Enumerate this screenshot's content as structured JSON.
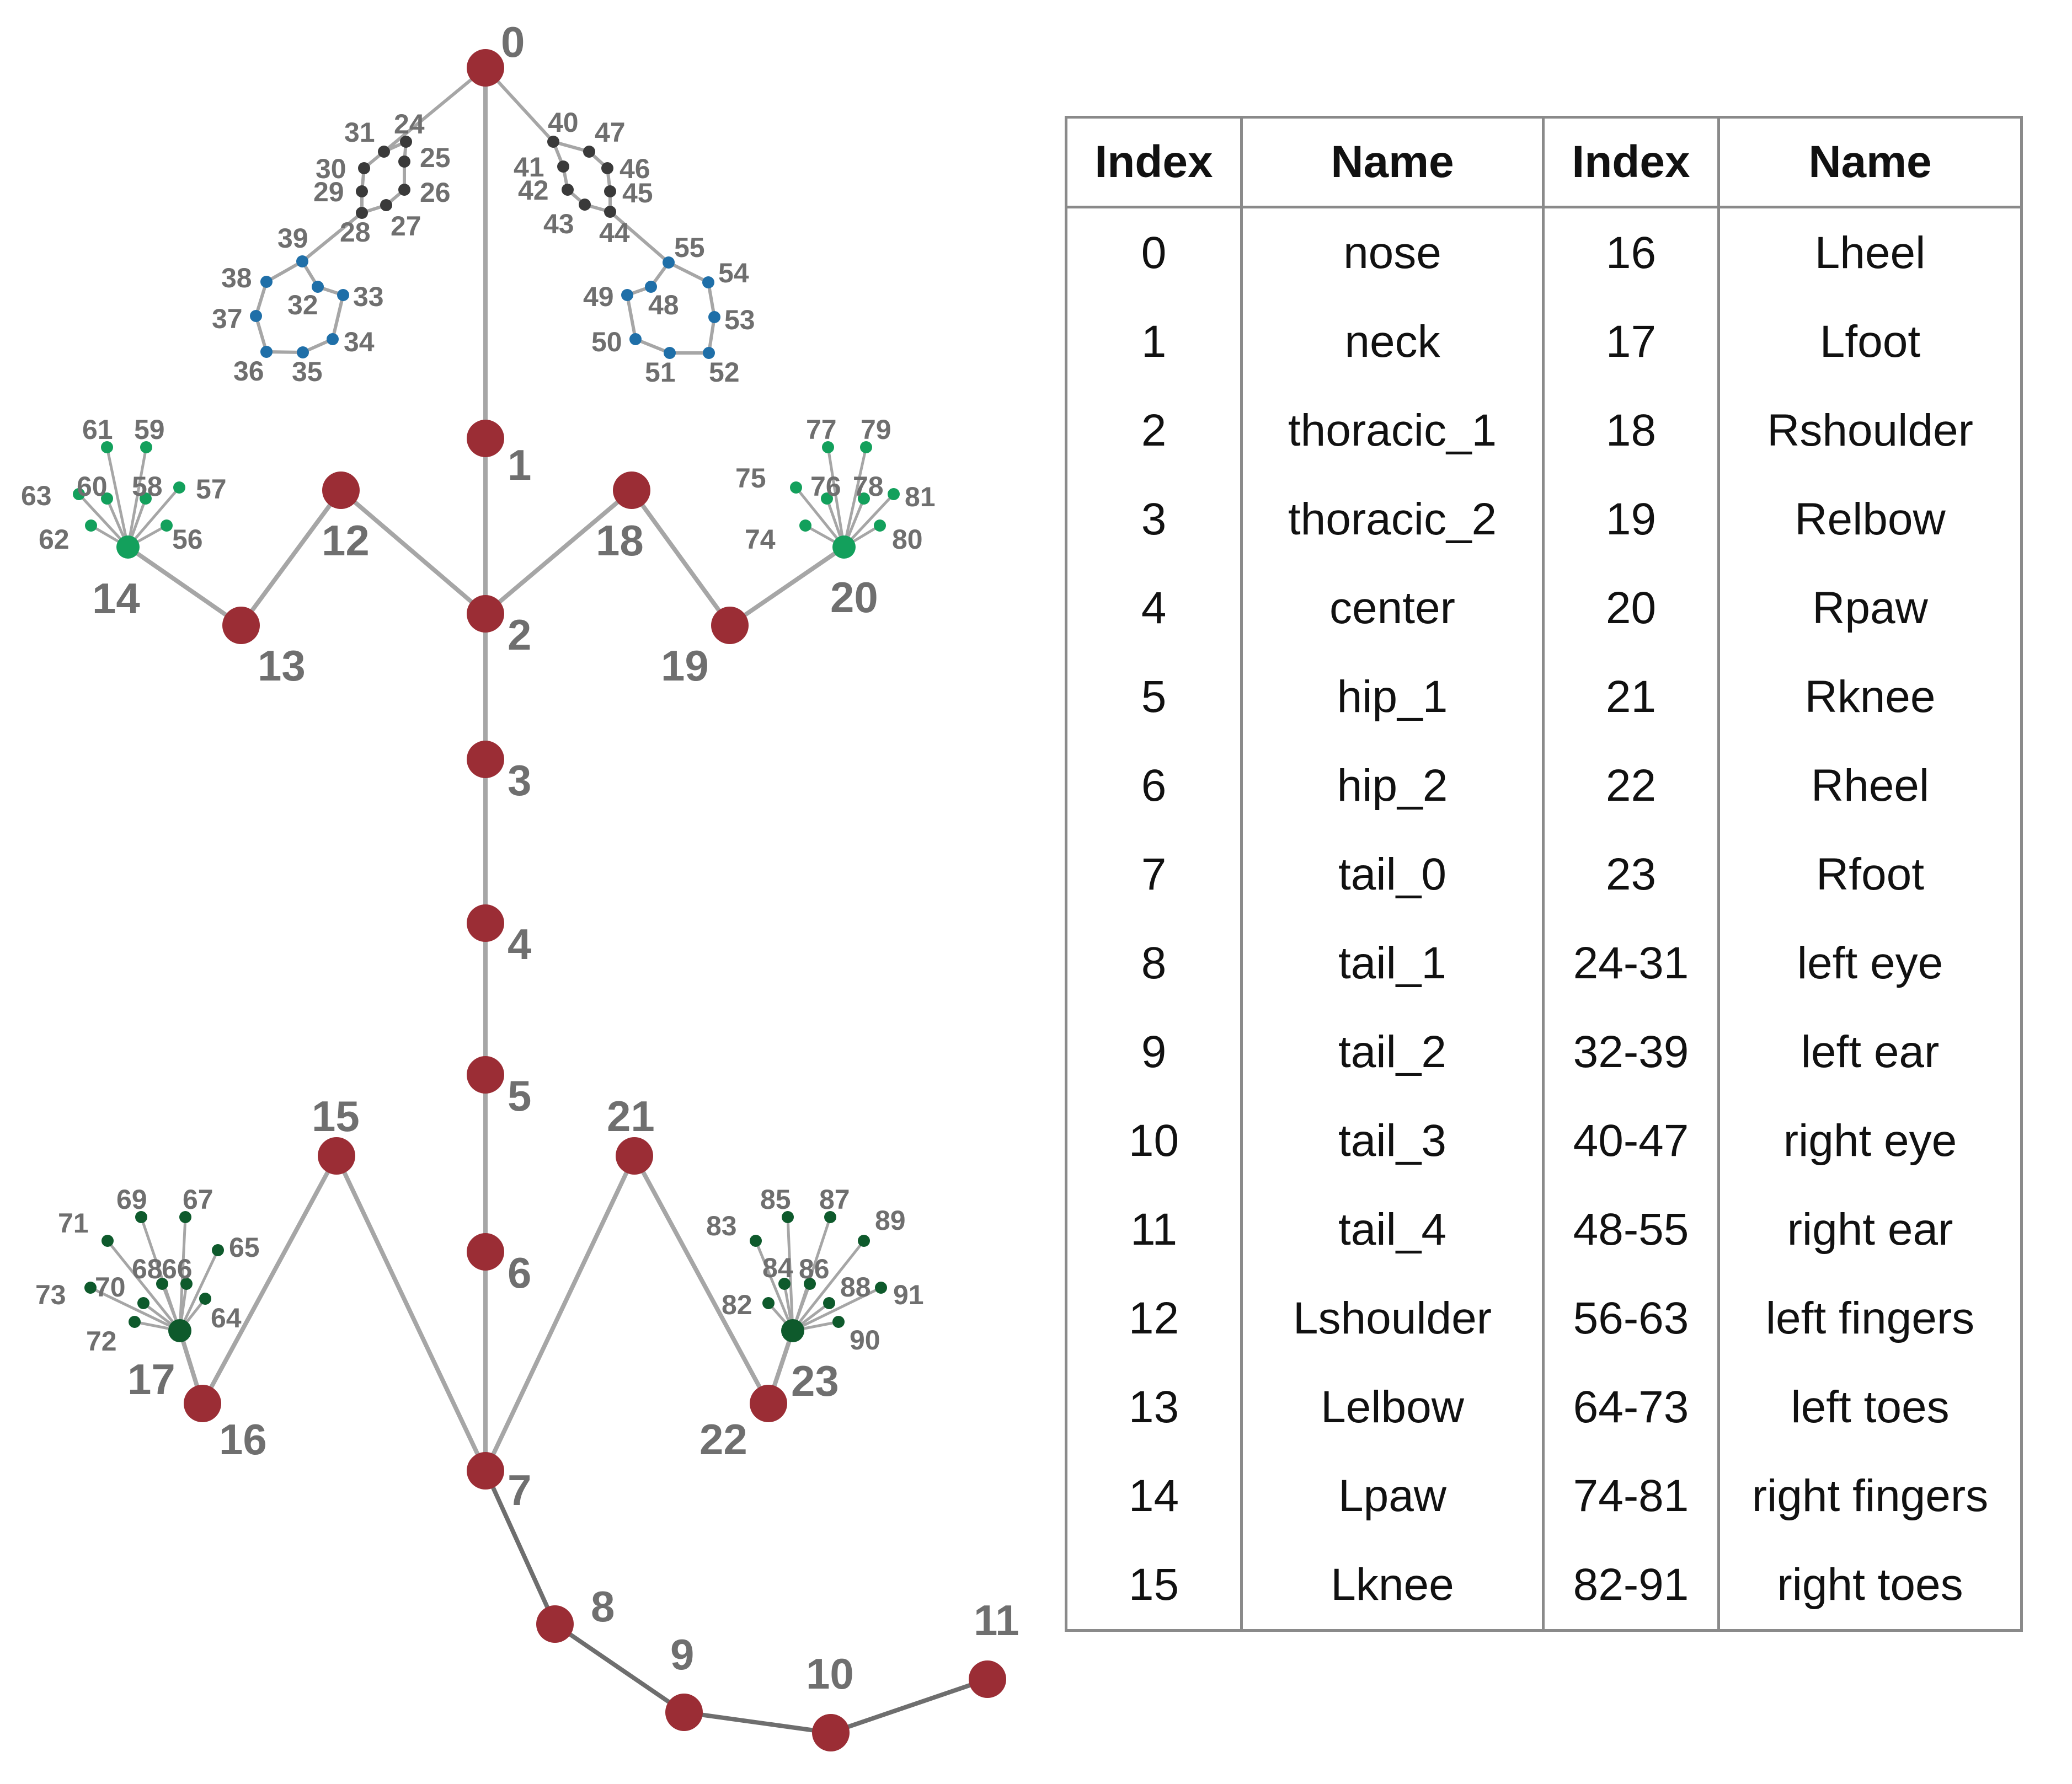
{
  "diagram": {
    "colors": {
      "main_joint": "#9b2d35",
      "bone": "#a6a6a6",
      "tail_bone": "#6e6e6e",
      "eye": "#3a3a3a",
      "ear": "#1f6fa8",
      "fingers": "#13a05c",
      "toes": "#0e5a2c",
      "label": "#6f6f6f"
    },
    "main_labels": [
      "0",
      "1",
      "2",
      "3",
      "4",
      "5",
      "6",
      "7",
      "8",
      "9",
      "10",
      "11",
      "12",
      "13",
      "14",
      "15",
      "16",
      "17",
      "18",
      "19",
      "20",
      "21",
      "22",
      "23"
    ],
    "small_labels": [
      "24",
      "25",
      "26",
      "27",
      "28",
      "29",
      "30",
      "31",
      "32",
      "33",
      "34",
      "35",
      "36",
      "37",
      "38",
      "39",
      "40",
      "41",
      "42",
      "43",
      "44",
      "45",
      "46",
      "47",
      "48",
      "49",
      "50",
      "51",
      "52",
      "53",
      "54",
      "55",
      "56",
      "57",
      "58",
      "59",
      "60",
      "61",
      "62",
      "63",
      "64",
      "65",
      "66",
      "67",
      "68",
      "69",
      "70",
      "71",
      "72",
      "73",
      "74",
      "75",
      "76",
      "77",
      "78",
      "79",
      "80",
      "81",
      "82",
      "83",
      "84",
      "85",
      "86",
      "87",
      "88",
      "89",
      "90",
      "91"
    ]
  },
  "table": {
    "headers": [
      "Index",
      "Name",
      "Index",
      "Name"
    ],
    "rows": [
      [
        "0",
        "nose",
        "16",
        "Lheel"
      ],
      [
        "1",
        "neck",
        "17",
        "Lfoot"
      ],
      [
        "2",
        "thoracic_1",
        "18",
        "Rshoulder"
      ],
      [
        "3",
        "thoracic_2",
        "19",
        "Relbow"
      ],
      [
        "4",
        "center",
        "20",
        "Rpaw"
      ],
      [
        "5",
        "hip_1",
        "21",
        "Rknee"
      ],
      [
        "6",
        "hip_2",
        "22",
        "Rheel"
      ],
      [
        "7",
        "tail_0",
        "23",
        "Rfoot"
      ],
      [
        "8",
        "tail_1",
        "24-31",
        "left eye"
      ],
      [
        "9",
        "tail_2",
        "32-39",
        "left ear"
      ],
      [
        "10",
        "tail_3",
        "40-47",
        "right eye"
      ],
      [
        "11",
        "tail_4",
        "48-55",
        "right ear"
      ],
      [
        "12",
        "Lshoulder",
        "56-63",
        "left fingers"
      ],
      [
        "13",
        "Lelbow",
        "64-73",
        "left toes"
      ],
      [
        "14",
        "Lpaw",
        "74-81",
        "right fingers"
      ],
      [
        "15",
        "Lknee",
        "82-91",
        "right toes"
      ]
    ]
  }
}
